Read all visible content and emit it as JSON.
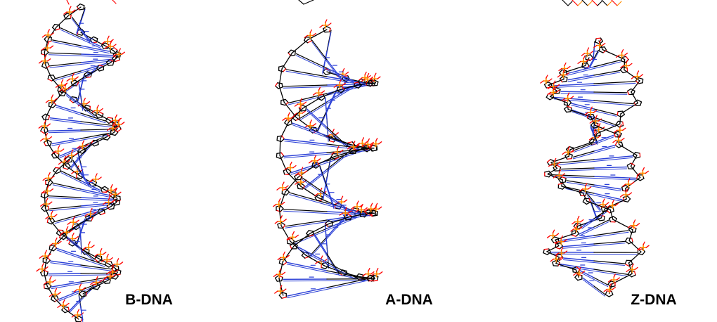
{
  "figure": {
    "background": "#ffffff",
    "atom_colors": {
      "carbon_backbone": "#000000",
      "oxygen": "#ff0000",
      "phosphorus": "#ff8c00",
      "nitrogen": "#2a3fd6"
    },
    "panels": [
      {
        "id": "b-dna",
        "label": "B-DNA",
        "form": "right-handed double helix, long and narrow"
      },
      {
        "id": "a-dna",
        "label": "A-DNA",
        "form": "right-handed double helix, short and wide"
      },
      {
        "id": "z-dna",
        "label": "Z-DNA",
        "form": "left-handed double helix, zig-zag backbone"
      }
    ]
  }
}
